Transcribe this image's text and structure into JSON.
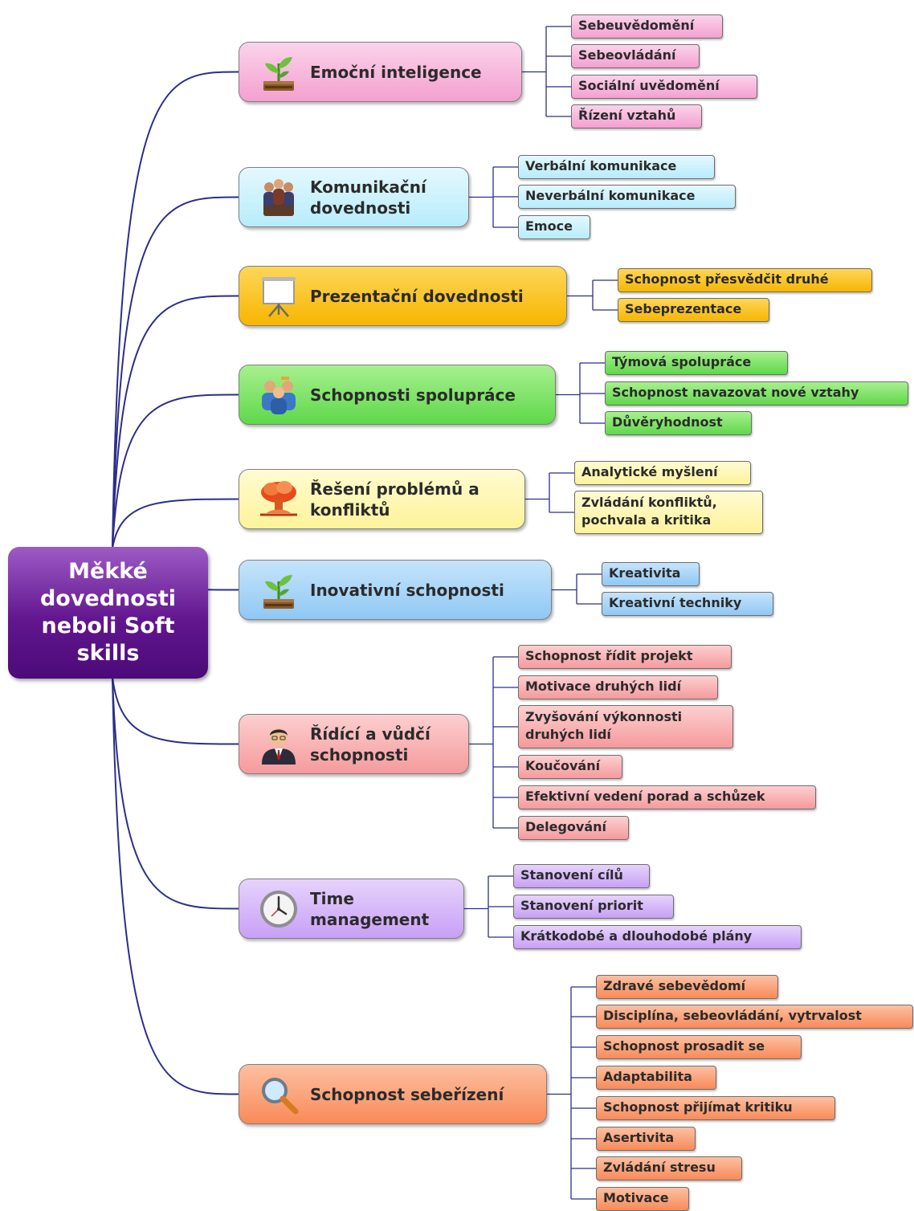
{
  "center": {
    "text": "Měkké\ndovednosti\nneboli Soft\nskills"
  },
  "branches": [
    {
      "id": "emocni",
      "label": "Emoční inteligence",
      "icon": "seedling-icon",
      "color": "#f4a0d0",
      "color_light": "#fbd3ea",
      "children": [
        "Sebeuvědomění",
        "Sebeovládání",
        "Sociální uvědomění",
        "Řízení vztahů"
      ]
    },
    {
      "id": "komunikacni",
      "label": "Komunikační\ndovednosti",
      "icon": "meeting-people-icon",
      "color": "#b7ecfb",
      "color_light": "#e4f8fe",
      "children": [
        "Verbální komunikace",
        "Neverbální komunikace",
        "Emoce"
      ]
    },
    {
      "id": "prezentacni",
      "label": "Prezentační dovednosti",
      "icon": "presentation-board-icon",
      "color": "#f7b600",
      "color_light": "#fdd65a",
      "children": [
        "Schopnost přesvědčit druhé",
        "Sebeprezentace"
      ]
    },
    {
      "id": "spoluprace",
      "label": "Schopnosti spolupráce",
      "icon": "team-people-icon",
      "color": "#5fd84a",
      "color_light": "#a8f08f",
      "children": [
        "Týmová spolupráce",
        "Schopnost navazovat nové vztahy",
        "Důvěryhodnost"
      ]
    },
    {
      "id": "reseni",
      "label": "Řešení problémů a\nkonfliktů",
      "icon": "explosion-cloud-icon",
      "color": "#fdf39a",
      "color_light": "#fffbd2",
      "children": [
        "Analytické myšlení",
        "Zvládání konfliktů,\npochvala a kritika"
      ]
    },
    {
      "id": "inovativni",
      "label": "Inovativní schopnosti",
      "icon": "seedling-icon",
      "color": "#8fc8f4",
      "color_light": "#c6e4fb",
      "children": [
        "Kreativita",
        "Kreativní techniky"
      ]
    },
    {
      "id": "ridici",
      "label": "Řídící a vůdčí\nschopnosti",
      "icon": "manager-icon",
      "color": "#f59a9c",
      "color_light": "#fccfd0",
      "children": [
        "Schopnost řídit projekt",
        "Motivace druhých lidí",
        "Zvyšování výkonnosti\ndruhých lidí",
        "Koučování",
        "Efektivní vedení porad a schůzek",
        "Delegování"
      ]
    },
    {
      "id": "time",
      "label": "Time\nmanagement",
      "icon": "clock-icon",
      "color": "#c8a0f6",
      "color_light": "#e6d3fc",
      "children": [
        "Stanovení cílů",
        "Stanovení priorit",
        "Krátkodobé a dlouhodobé plány"
      ]
    },
    {
      "id": "seberizeni",
      "label": "Schopnost sebeřízení",
      "icon": "magnifier-icon",
      "color": "#f98a58",
      "color_light": "#fcc0a2",
      "children": [
        "Zdravé sebevědomí",
        "Disciplína, sebeovládání, vytrvalost",
        "Schopnost prosadit se",
        "Adaptabilita",
        "Schopnost přijímat kritiku",
        "Asertivita",
        "Zvládání stresu",
        "Motivace"
      ]
    }
  ]
}
